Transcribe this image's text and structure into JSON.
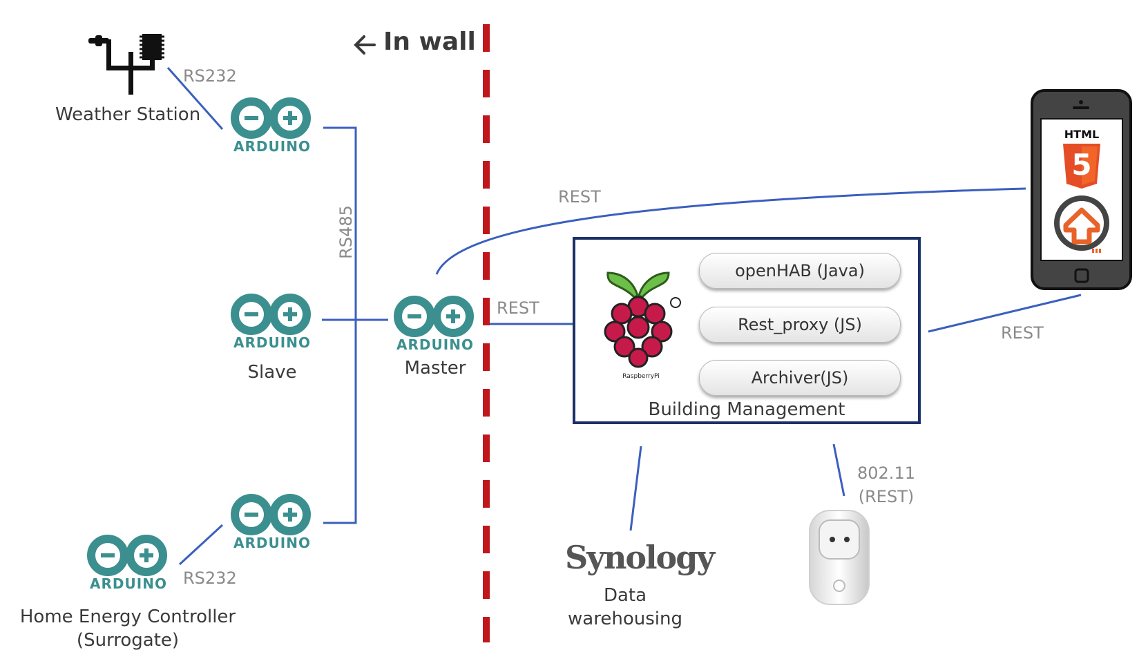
{
  "colors": {
    "link": "#3b5fbf",
    "wall": "#c0171d",
    "arduino": "#3b8f8f",
    "box": "#1c3068",
    "label": "#3a3a3a",
    "protocol": "#8a8a8a"
  },
  "wall": {
    "label": "In wall",
    "icon": "arrow-left-icon"
  },
  "weather_station": {
    "label": "Weather Station",
    "icon": "weather-station-icon"
  },
  "arduino_text": "ARDUINO",
  "slave": {
    "label": "Slave"
  },
  "master": {
    "label": "Master"
  },
  "hec": {
    "line1": "Home Energy Controller",
    "line2": "(Surrogate)"
  },
  "protocols": {
    "rs232_top": "RS232",
    "rs485": "RS485",
    "rs232_bottom": "RS232",
    "rest_master_bm": "REST",
    "rest_master_phone": "REST",
    "rest_bm_phone": "REST",
    "wifi_line1": "802.11",
    "wifi_line2": "(REST)"
  },
  "building_management": {
    "title": "Building Management",
    "logo_text": "RaspberryPi",
    "services": [
      "openHAB (Java)",
      "Rest_proxy (JS)",
      "Archiver(JS)"
    ]
  },
  "synology": {
    "brand": "Synology",
    "line1": "Data",
    "line2": "warehousing"
  },
  "phone": {
    "html_label": "HTML",
    "html_digit": "5"
  }
}
